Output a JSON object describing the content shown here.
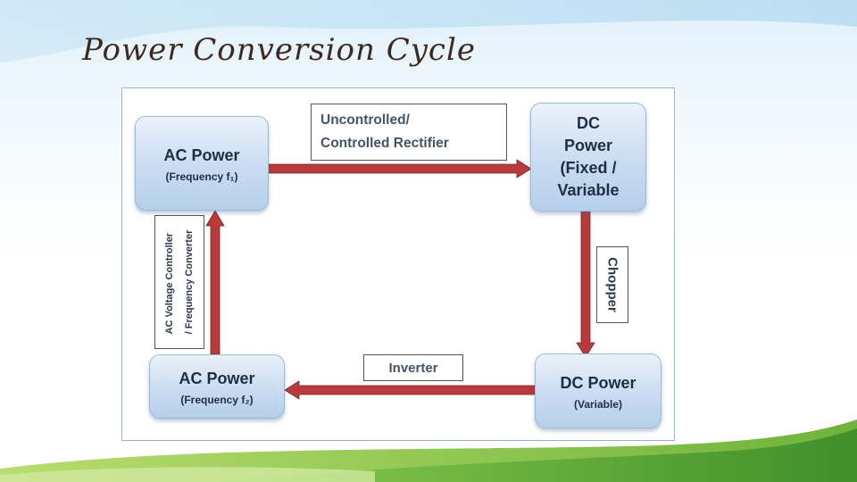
{
  "slide": {
    "title": "Power Conversion Cycle"
  },
  "diagram": {
    "nodes": {
      "ac_power_f1": {
        "title": "AC Power",
        "subtitle": "(Frequency f₁)"
      },
      "dc_power_fixed": {
        "lines": [
          "DC",
          "Power",
          "(Fixed /",
          "Variable"
        ]
      },
      "dc_power_variable": {
        "title": "DC Power",
        "subtitle": "(Variable)"
      },
      "ac_power_f2": {
        "title": "AC Power",
        "subtitle": "(Frequency f₂)"
      }
    },
    "converters": {
      "rectifier": [
        "Uncontrolled/",
        "Controlled Rectifier"
      ],
      "chopper": "Chopper",
      "inverter": "Inverter",
      "ac_controller": [
        "AC Voltage Controller",
        "/ Frequency Converter"
      ]
    },
    "colors": {
      "arrow": "#b83a3a",
      "node_fill": "#c9dcf1",
      "label_text": "#44546a"
    }
  }
}
